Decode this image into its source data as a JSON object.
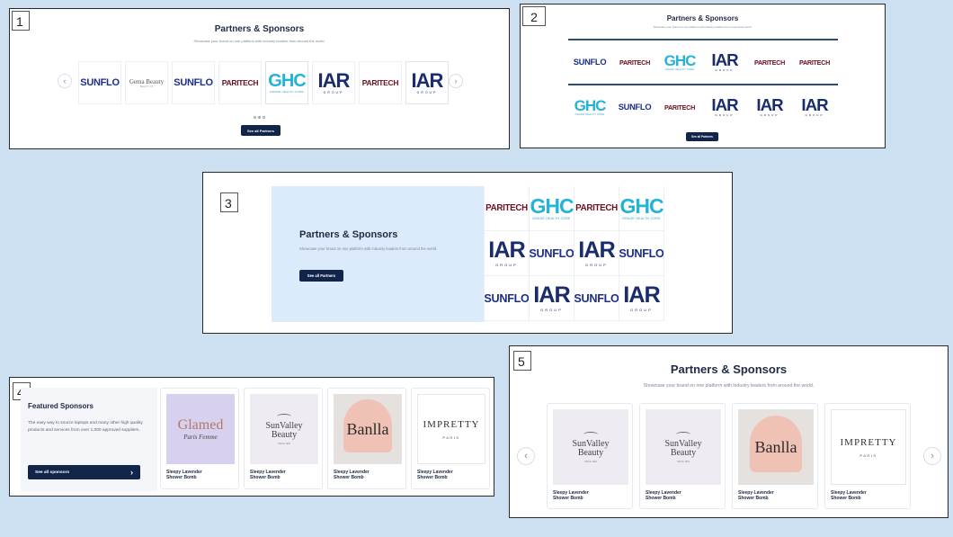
{
  "panel_numbers": [
    "1",
    "2",
    "3",
    "4",
    "5"
  ],
  "common": {
    "title": "Partners & Sponsors",
    "subtitle": "Showcase your brand on one platform with industry leaders from around the world.",
    "see_all_partners": "See all Partners",
    "prev_arrow": "‹",
    "next_arrow": "›"
  },
  "panel1": {
    "logos": [
      "SUNFLO",
      "Gema Beauty",
      "SUNFLO",
      "PARITECH",
      "GHC",
      "IAR",
      "PARITECH",
      "IAR"
    ],
    "gema_tagline": "BEAUTY CO"
  },
  "panel2": {
    "row1": [
      "SUNFLO",
      "PARITECH",
      "GHC",
      "IAR",
      "PARITECH",
      "PARITECH"
    ],
    "row2": [
      "GHC",
      "SUNFLO",
      "PARITECH",
      "IAR",
      "IAR",
      "IAR"
    ]
  },
  "panel3": {
    "subtitle": "Showcase your brand on one platform with industry leaders from around the world.",
    "grid": [
      "PARITECH",
      "GHC",
      "PARITECH",
      "GHC",
      "IAR",
      "SUNFLO",
      "IAR",
      "SUNFLO",
      "SUNFLO",
      "IAR",
      "SUNFLO",
      "IAR"
    ]
  },
  "panel4": {
    "title": "Featured Sponsors",
    "description": "The easy way to source laptops and many other high quality products and services from over 1,000 approved suppliers.",
    "button": "See all sponsors",
    "button_arrow": "›",
    "products": [
      {
        "brand": "Glamed",
        "brand_sub": "Paris Femme",
        "name": "Sleepy Lavender Shower Bomb"
      },
      {
        "brand": "SunValley Beauty",
        "brand_sub": "SINCE 1994",
        "name": "Sleepy Lavender Shower Bomb"
      },
      {
        "brand": "Banlla",
        "brand_sub": "",
        "name": "Sleepy Lavender Shower Bomb"
      },
      {
        "brand": "IMPRETTY",
        "brand_sub": "PARIS",
        "name": "Sleepy Lavender Shower Bomb"
      }
    ]
  },
  "panel5": {
    "products": [
      {
        "brand": "SunValley Beauty",
        "brand_sub": "SINCE 1994",
        "name": "Sleepy Lavender Shower Bomb"
      },
      {
        "brand": "SunValley Beauty",
        "brand_sub": "SINCE 1994",
        "name": "Sleepy Lavender Shower Bomb"
      },
      {
        "brand": "Banlla",
        "brand_sub": "",
        "name": "Sleepy Lavender Shower Bomb"
      },
      {
        "brand": "IMPRETTY",
        "brand_sub": "PARIS",
        "name": "Sleepy Lavender Shower Bomb"
      }
    ]
  },
  "ghc_tagline": "GRADE HEALTH CORE",
  "iar_tagline": "GROUP",
  "colors": {
    "page_bg": "#cde0f2",
    "navy": "#11254a",
    "panel3_left_bg": "#dcebfb",
    "sunflo": "#1b2e8a",
    "paritech": "#6b1020",
    "ghc": "#23b3d8"
  }
}
